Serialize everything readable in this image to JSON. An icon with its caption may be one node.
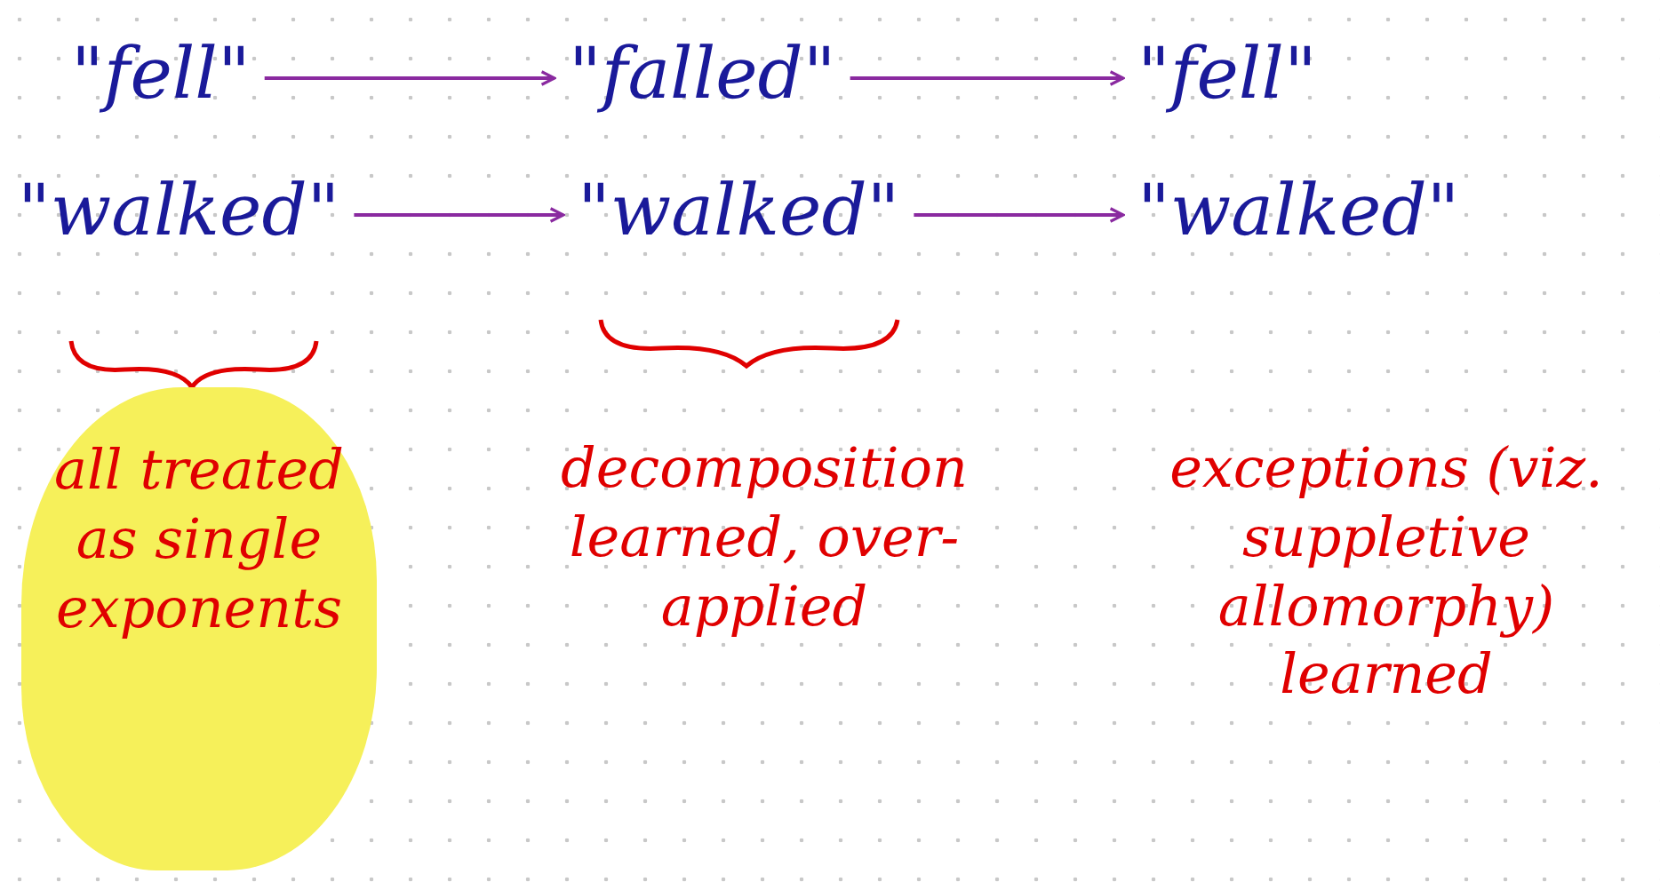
{
  "diagram": {
    "nodes": [
      {
        "text": [
          "\"fell\""
        ]
      },
      {
        "text": [
          "\"falled\""
        ]
      },
      {
        "text": [
          "\"fell\""
        ]
      },
      {
        "text": [
          "\"walked\""
        ]
      },
      {
        "text": [
          "\"walked\""
        ]
      },
      {
        "text": [
          "\"walked\""
        ]
      },
      {
        "text": [
          "all treated as single exponents"
        ]
      }
    ],
    "edges": [
      {
        "from": 0,
        "to": 1,
        "arrow": "to"
      },
      {
        "from": 1,
        "to": 2,
        "arrow": "to"
      },
      {
        "from": 3,
        "to": 4,
        "arrow": "to"
      },
      {
        "from": 4,
        "to": 5,
        "arrow": "to"
      }
    ],
    "labels": [
      "decomposition learned, over-applied",
      "exceptions (viz. suppletive allomorphy) learned"
    ]
  }
}
